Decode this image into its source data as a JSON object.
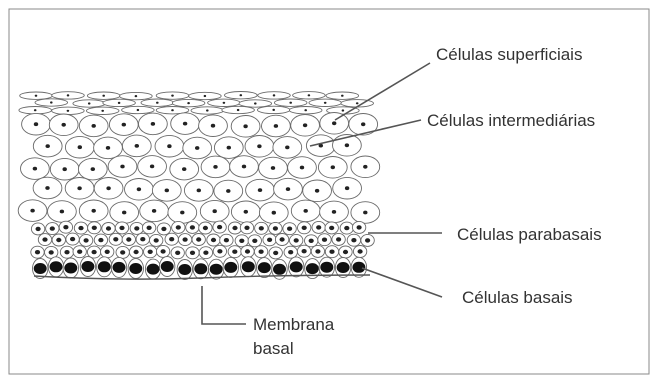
{
  "labels": {
    "superficial": "Células superficiais",
    "intermediate": "Células intermediárias",
    "parabasal": "Células parabasais",
    "basal": "Células basais",
    "membrane_line1": "Membrana",
    "membrane_line2": "basal"
  },
  "colors": {
    "border": "#8a8a8a",
    "text": "#333333",
    "cell_outline": "#6a6a6a",
    "nucleus": "#222222",
    "basal_nucleus": "#111111"
  }
}
